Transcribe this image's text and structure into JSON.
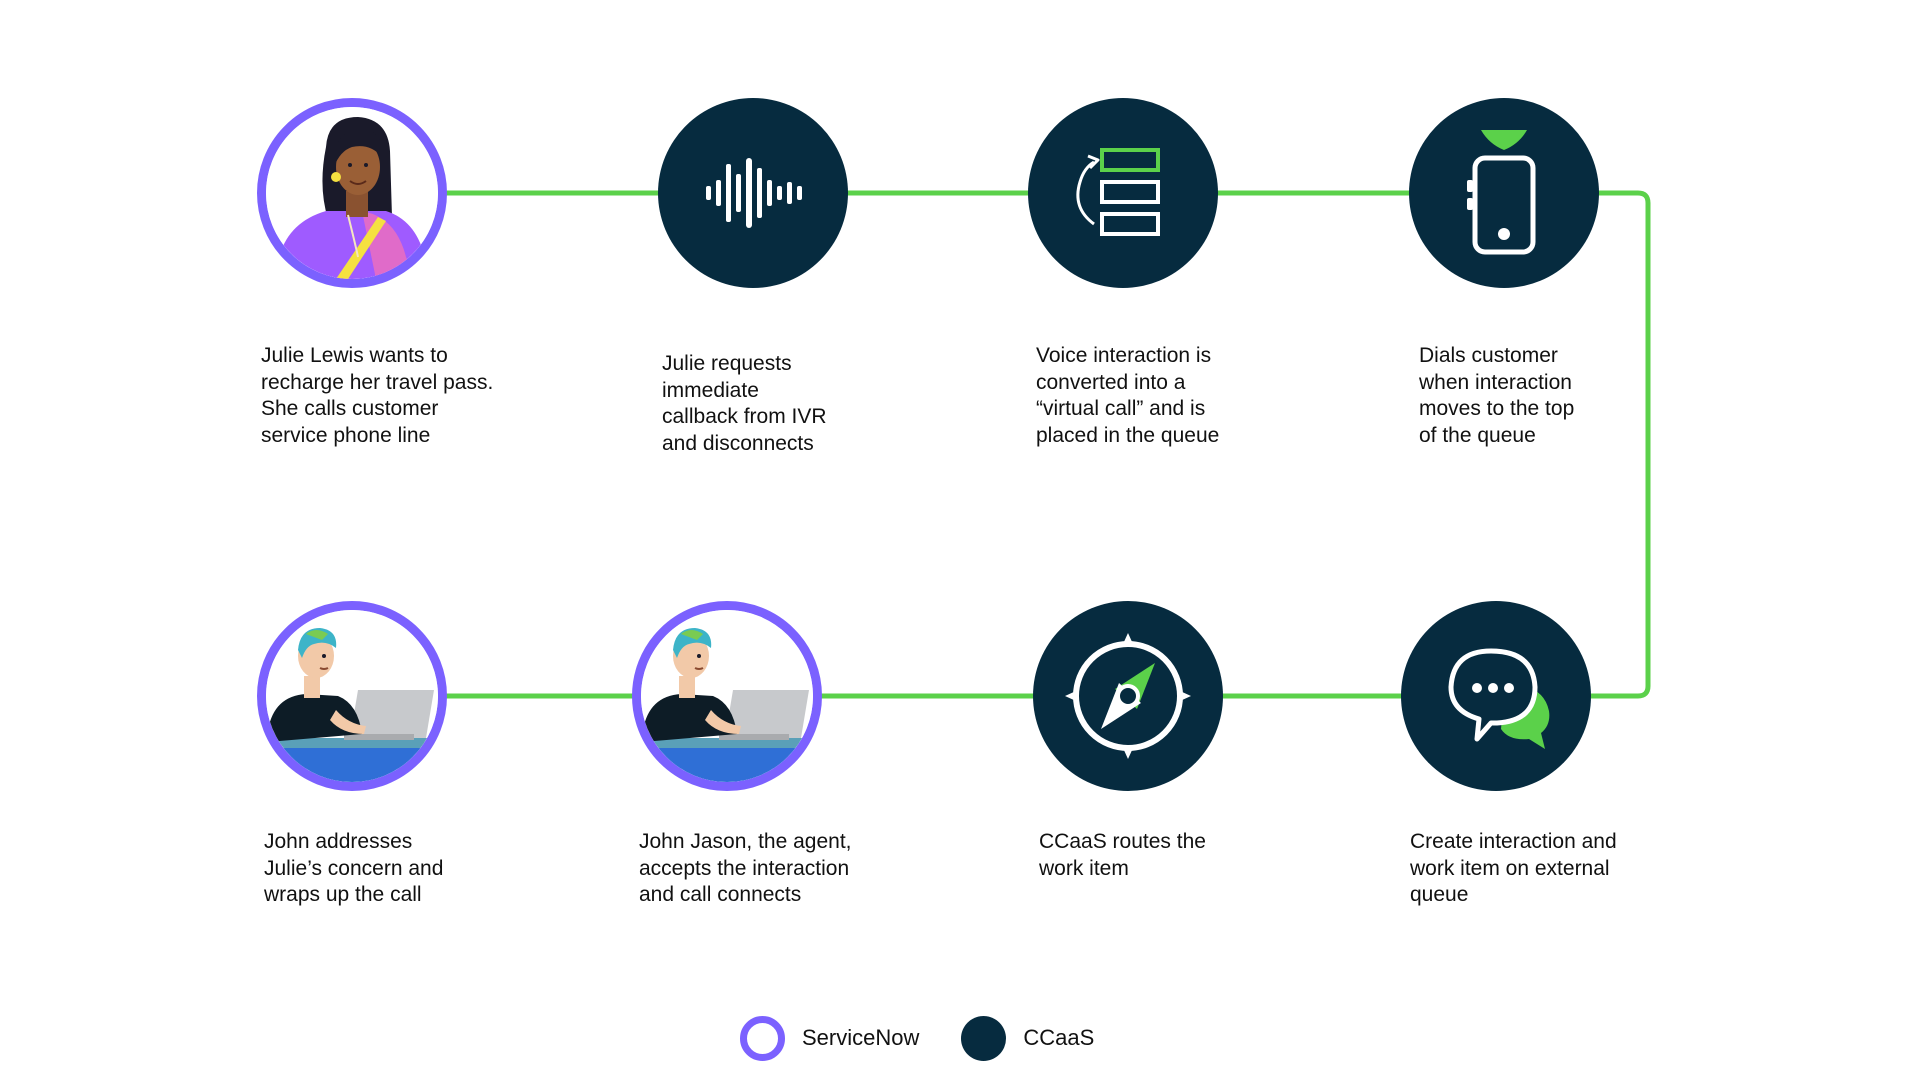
{
  "colors": {
    "servicenow_ring": "#7b61ff",
    "ccaas_fill": "#062b3f",
    "connector": "#5bd14a",
    "accent_green": "#5bd14a"
  },
  "steps": [
    {
      "id": "julie-calls",
      "kind": "ServiceNow",
      "icon": "julie-portrait-icon",
      "caption": "Julie Lewis wants to\nrecharge her travel pass.\nShe calls customer\nservice phone line"
    },
    {
      "id": "ivr-callback",
      "kind": "CCaaS",
      "icon": "sound-wave-icon",
      "caption": "Julie requests\nimmediate\ncallback from IVR\nand disconnects"
    },
    {
      "id": "virtual-call",
      "kind": "CCaaS",
      "icon": "queue-stack-icon",
      "caption": "Voice interaction is\nconverted into a\n“virtual call” and is\nplaced in the queue"
    },
    {
      "id": "dial-customer",
      "kind": "CCaaS",
      "icon": "mobile-phone-icon",
      "caption": "Dials customer\nwhen interaction\nmoves to the top\nof the queue"
    },
    {
      "id": "create-interaction",
      "kind": "CCaaS",
      "icon": "chat-bubbles-icon",
      "caption": "Create interaction and\nwork item on external\nqueue"
    },
    {
      "id": "ccaas-routes",
      "kind": "CCaaS",
      "icon": "compass-icon",
      "caption": "CCaaS routes the\nwork item"
    },
    {
      "id": "agent-accepts",
      "kind": "ServiceNow",
      "icon": "agent-at-laptop-icon",
      "caption": "John Jason, the agent,\naccepts the interaction\nand call connects"
    },
    {
      "id": "john-wraps-up",
      "kind": "ServiceNow",
      "icon": "agent-at-laptop-icon",
      "caption": "John addresses\nJulie’s concern and\nwraps up the call"
    }
  ],
  "legend": [
    {
      "label": "ServiceNow",
      "style": "ring"
    },
    {
      "label": "CCaaS",
      "style": "filled"
    }
  ]
}
